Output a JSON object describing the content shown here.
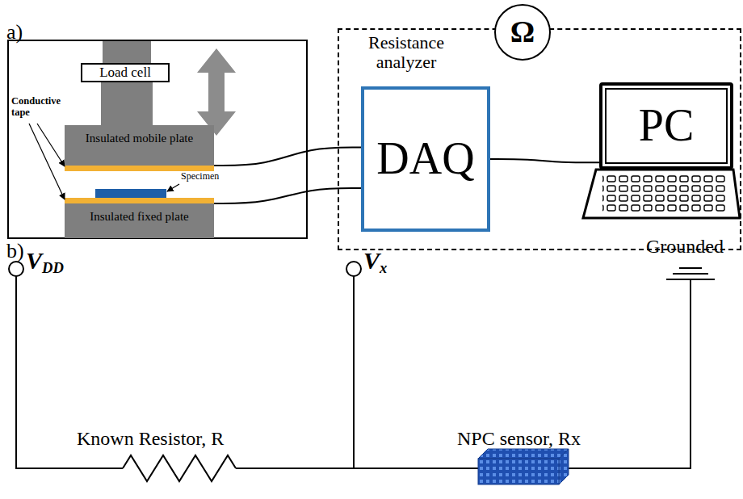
{
  "diagram": {
    "nodes": [
      {
        "text": [
          "Load cell"
        ]
      },
      {
        "text": [
          "Insulated mobile plate"
        ]
      },
      {
        "text": [
          "Insulated fixed plate"
        ]
      },
      {
        "text": [
          "Resistance analyzer"
        ]
      },
      {
        "text": [
          "Ω"
        ],
        "in": 3
      },
      {
        "text": [
          "DAQ"
        ],
        "in": 3
      },
      {
        "text": [
          "PC"
        ],
        "in": 3
      }
    ],
    "edges": [
      {
        "from": 1,
        "to": 5,
        "arrow": "none"
      },
      {
        "from": 2,
        "to": 5,
        "arrow": "none"
      },
      {
        "from": 5,
        "to": 6,
        "arrow": "none"
      }
    ],
    "labels": [
      "a)",
      "Conductive tape",
      "Specimen",
      "b)",
      "VDD",
      "Vx",
      "Grounded",
      "Known Resistor, R",
      "NPC sensor, Rx"
    ]
  }
}
